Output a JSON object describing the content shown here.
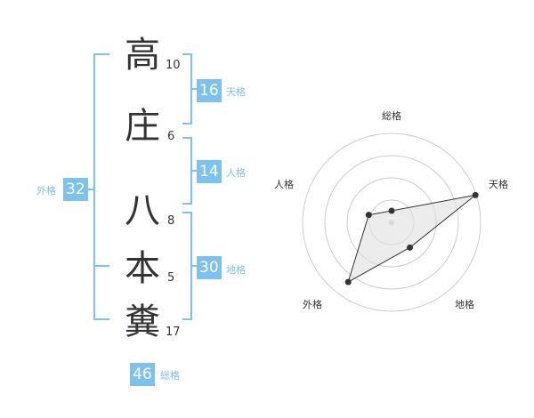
{
  "name_chars": [
    {
      "char": "高",
      "strokes": "10"
    },
    {
      "char": "庄",
      "strokes": "6"
    },
    {
      "char": "八",
      "strokes": "8"
    },
    {
      "char": "本",
      "strokes": "5"
    },
    {
      "char": "糞",
      "strokes": "17"
    }
  ],
  "kakusu": {
    "tenkaku": {
      "value": "16",
      "label": "天格"
    },
    "jinkaku": {
      "value": "14",
      "label": "人格"
    },
    "chikaku": {
      "value": "30",
      "label": "地格"
    },
    "gaikaku": {
      "value": "32",
      "label": "外格"
    },
    "soukaku": {
      "value": "46",
      "label": "総格"
    }
  },
  "radar": {
    "axes": [
      "総格",
      "天格",
      "地格",
      "外格",
      "人格"
    ],
    "levels": 4,
    "values": [
      0.13,
      0.99,
      0.35,
      0.83,
      0.27
    ],
    "fill_color": "#e0e0e0",
    "line_color": "#333333",
    "grid_color": "#cccccc"
  },
  "colors": {
    "accent": "#7cc2ec",
    "text": "#333333"
  }
}
